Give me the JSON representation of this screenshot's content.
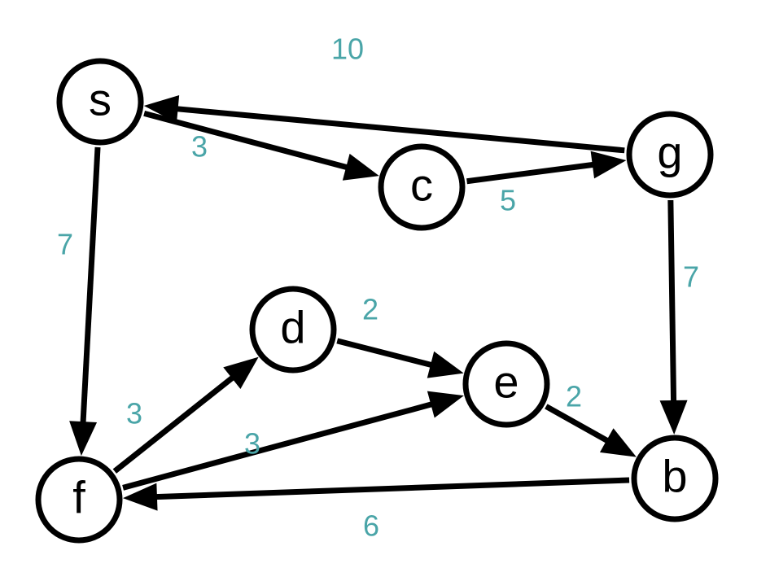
{
  "diagram": {
    "type": "directed-weighted-graph",
    "colors": {
      "node_stroke": "#000000",
      "edge": "#000000",
      "weight_label": "#4aa5a8",
      "background": "#ffffff"
    },
    "nodes": [
      {
        "id": "s",
        "label": "s"
      },
      {
        "id": "c",
        "label": "c"
      },
      {
        "id": "g",
        "label": "g"
      },
      {
        "id": "d",
        "label": "d"
      },
      {
        "id": "e",
        "label": "e"
      },
      {
        "id": "f",
        "label": "f"
      },
      {
        "id": "b",
        "label": "b"
      }
    ],
    "edges": [
      {
        "from": "g",
        "to": "s",
        "weight": "10"
      },
      {
        "from": "s",
        "to": "c",
        "weight": "3"
      },
      {
        "from": "c",
        "to": "g",
        "weight": "5"
      },
      {
        "from": "s",
        "to": "f",
        "weight": "7"
      },
      {
        "from": "g",
        "to": "b",
        "weight": "7"
      },
      {
        "from": "d",
        "to": "e",
        "weight": "2"
      },
      {
        "from": "e",
        "to": "b",
        "weight": "2"
      },
      {
        "from": "f",
        "to": "d",
        "weight": "3"
      },
      {
        "from": "f",
        "to": "e",
        "weight": "3"
      },
      {
        "from": "b",
        "to": "f",
        "weight": "6"
      }
    ]
  }
}
